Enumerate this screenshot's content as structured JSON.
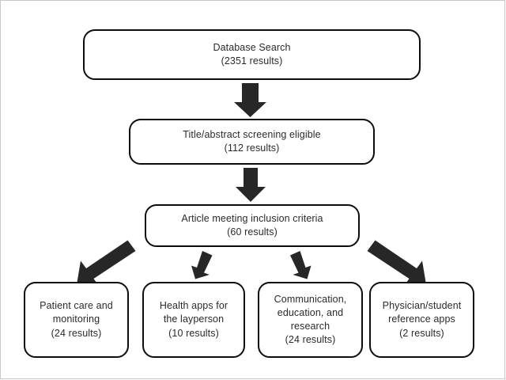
{
  "diagram": {
    "title": "Literature review selection flowchart",
    "colors": {
      "box_border": "#0d0d0d",
      "box_fill": "#ffffff",
      "arrow": "#272727",
      "text": "#2b2b2b",
      "page_border": "#c8c8c8",
      "background": "#ffffff"
    },
    "nodes": [
      {
        "id": "database-search",
        "label": "Database Search\n(2351 results)",
        "line1": "Database Search",
        "line2": "(2351 results)",
        "count": 2351
      },
      {
        "id": "title-abstract-screening",
        "label": "Title/abstract screening eligible\n(112 results)",
        "line1": "Title/abstract screening eligible",
        "line2": "(112 results)",
        "count": 112
      },
      {
        "id": "inclusion-criteria",
        "label": "Article meeting inclusion criteria\n(60 results)",
        "line1": "Article meeting inclusion criteria",
        "line2": "(60 results)",
        "count": 60
      },
      {
        "id": "patient-care-monitoring",
        "label": "Patient care and\nmonitoring\n(24 results)",
        "count": 24
      },
      {
        "id": "health-apps-layperson",
        "label": "Health apps for\nthe layperson\n(10 results)",
        "count": 10
      },
      {
        "id": "communication-education-research",
        "label": "Communication,\neducation, and\nresearch\n(24 results)",
        "count": 24
      },
      {
        "id": "physician-student-reference",
        "label": "Physician/student\nreference  apps\n(2 results)",
        "count": 2
      }
    ],
    "edges": [
      {
        "id": "edge-search-to-screening",
        "from": "database-search",
        "to": "title-abstract-screening",
        "style": "block-arrow-down"
      },
      {
        "id": "edge-screening-to-inclusion",
        "from": "title-abstract-screening",
        "to": "inclusion-criteria",
        "style": "block-arrow-down"
      },
      {
        "id": "edge-inclusion-to-patient-care",
        "from": "inclusion-criteria",
        "to": "patient-care-monitoring",
        "style": "block-arrow-diagonal-left"
      },
      {
        "id": "edge-inclusion-to-health-apps",
        "from": "inclusion-criteria",
        "to": "health-apps-layperson",
        "style": "block-arrow-short-down-left"
      },
      {
        "id": "edge-inclusion-to-communication",
        "from": "inclusion-criteria",
        "to": "communication-education-research",
        "style": "block-arrow-short-down-right"
      },
      {
        "id": "edge-inclusion-to-physician-ref",
        "from": "inclusion-criteria",
        "to": "physician-student-reference",
        "style": "block-arrow-diagonal-right"
      }
    ]
  }
}
